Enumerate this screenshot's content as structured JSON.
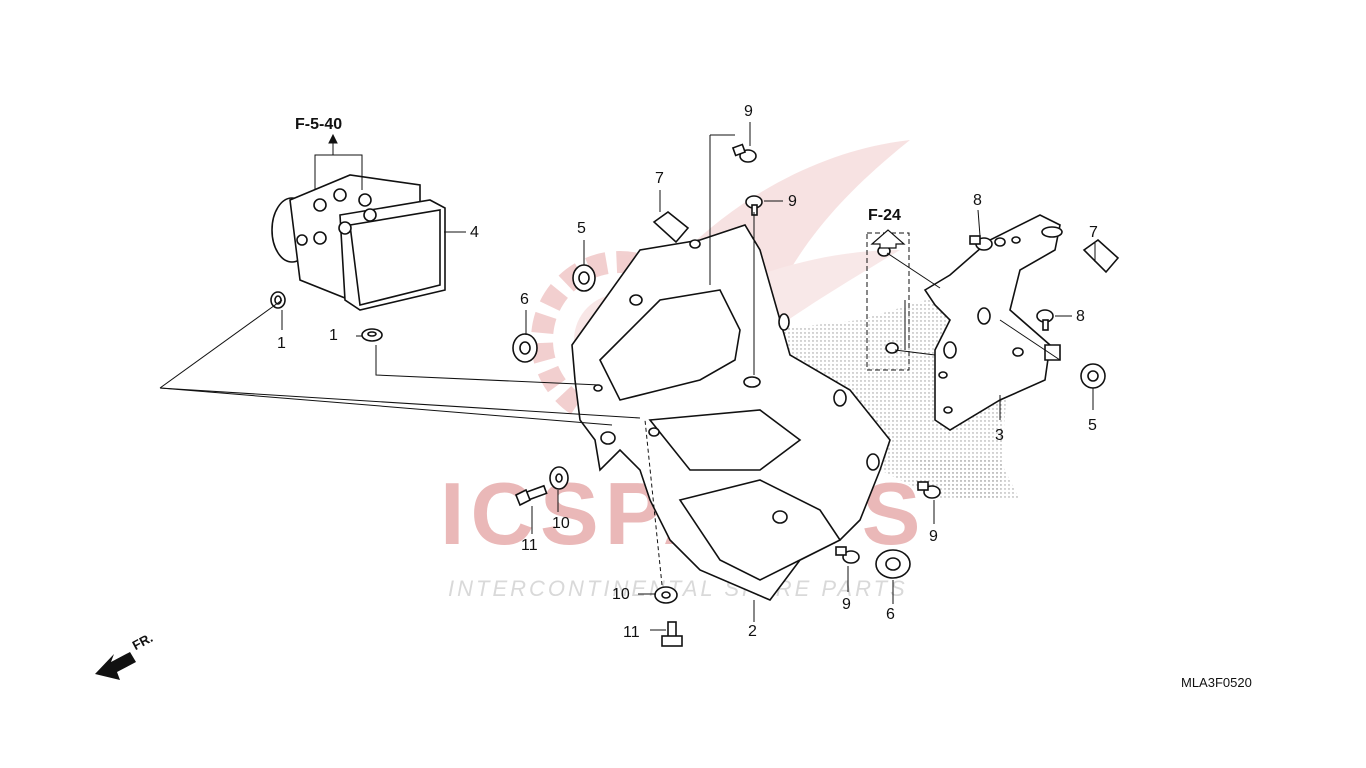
{
  "watermark": {
    "main": "ICSPARTS",
    "sub": "INTERCONTINENTAL SPARE PARTS",
    "red": "#e8b4b4",
    "grey": "#d6d6d6"
  },
  "references": {
    "abs_ref": "F-5-40",
    "up_ref": "F-24"
  },
  "callouts": {
    "c1a": "1",
    "c1b": "1",
    "c2": "2",
    "c3": "3",
    "c4": "4",
    "c5a": "5",
    "c5b": "5",
    "c6a": "6",
    "c6b": "6",
    "c7a": "7",
    "c7b": "7",
    "c8a": "8",
    "c8b": "8",
    "c9a": "9",
    "c9b": "9",
    "c9c": "9",
    "c9d": "9",
    "c10a": "10",
    "c10b": "10",
    "c11a": "11",
    "c11b": "11"
  },
  "front_label": "FR.",
  "diagram_code": "MLA3F0520"
}
